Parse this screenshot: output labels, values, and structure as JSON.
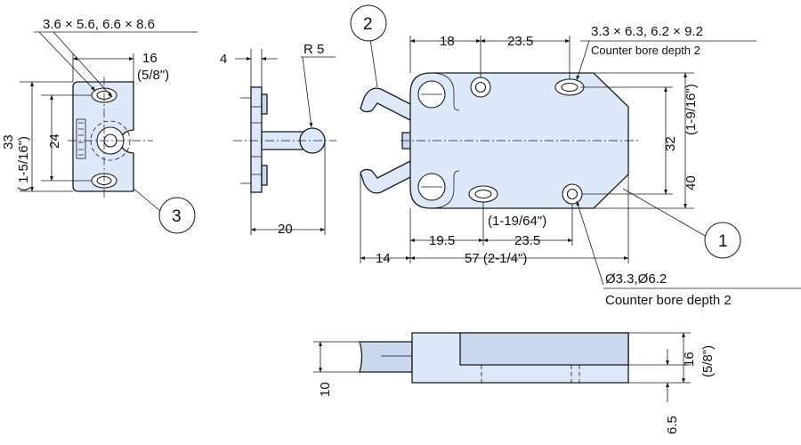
{
  "balloons": {
    "one": "1",
    "two": "2",
    "three": "3"
  },
  "strike_plate_view": {
    "slot_sizes": "3.6 × 5.6, 6.6 × 8.6",
    "width": "16",
    "width_inch": "(5/8\")",
    "height": "33",
    "height_inch": "( 1-5/16\")",
    "hole_pitch": "24"
  },
  "side_view": {
    "plate_thickness": "4",
    "ball_radius": "R 5",
    "length": "20"
  },
  "latch_body_view": {
    "top_pitch": "18",
    "top_pitch_2": "23.5",
    "top_holes": "3.3 × 6.3, 6.2 × 9.2",
    "top_counter_bore": "Counter bore depth 2",
    "height_32": "32",
    "height_32_inch": "(1-9/16\")",
    "height_40": "40",
    "height_40_inch": "(1-19/64\")",
    "bottom_pitch": "19.5",
    "bottom_pitch_2": "23.5",
    "arm_extension": "14",
    "body_length": "57 (2-1/4\")",
    "bottom_holes": "Ø3.3,Ø6.2",
    "bottom_counter_bore": "Counter bore depth 2"
  },
  "bottom_view": {
    "height_10": "10",
    "height_16": "16",
    "height_16_inch": "(5/8\")",
    "offset": "6.5"
  }
}
